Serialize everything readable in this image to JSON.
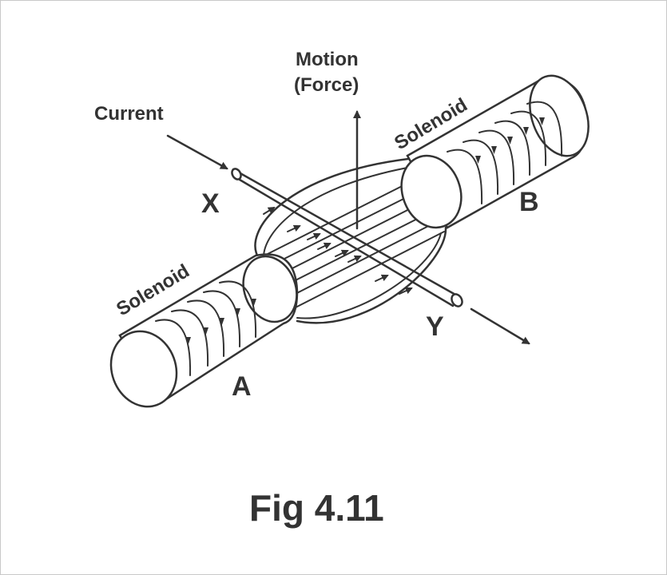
{
  "labels": {
    "current": "Current",
    "motion_line1": "Motion",
    "motion_line2": "(Force)",
    "solenoid_left": "Solenoid",
    "solenoid_right": "Solenoid",
    "x": "X",
    "y": "Y",
    "a": "A",
    "b": "B"
  },
  "caption": "Fig 4.11",
  "colors": {
    "ink": "#333333",
    "background": "#ffffff",
    "border": "#c8c8c8"
  }
}
